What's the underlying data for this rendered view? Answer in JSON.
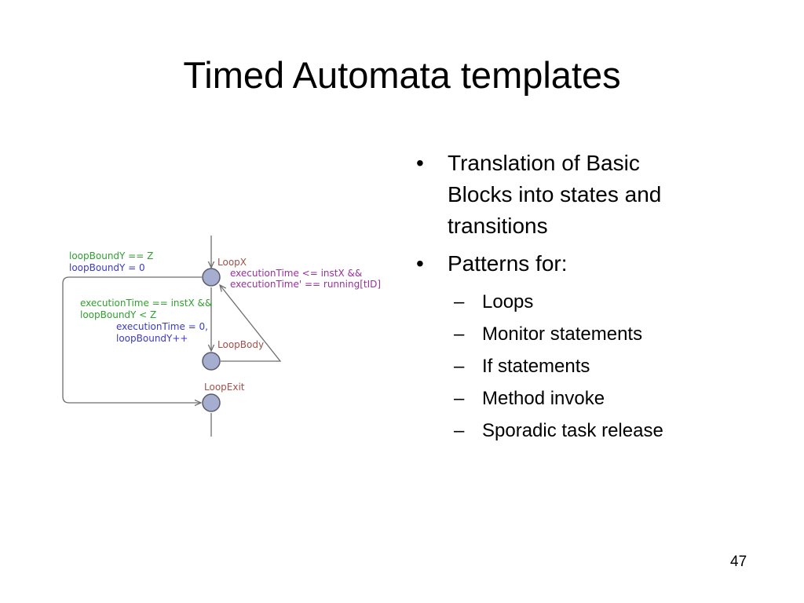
{
  "title": "Timed Automata templates",
  "bullets": [
    {
      "text": "Translation of Basic Blocks into states and transitions"
    },
    {
      "text": "Patterns for:"
    }
  ],
  "bullet_lines": [
    "Translation of Basic",
    "Blocks into states and",
    "transitions"
  ],
  "sub_bullets": [
    "Loops",
    "Monitor statements",
    "If statements",
    "Method invoke",
    "Sporadic task release"
  ],
  "diagram": {
    "colors": {
      "location_fill": "#a6aed0",
      "location_stroke": "#5a5a6e",
      "edge": "#6e6e6e",
      "location_name": "#a0504a",
      "guard": "#2fa02f",
      "update": "#3a3ac8",
      "invariant": "#9a2fa0"
    },
    "locations": [
      "LoopX",
      "LoopBody",
      "LoopExit"
    ],
    "guard_exit": "loopBoundY == Z",
    "update_exit": "loopBoundY = 0",
    "invariant_line1": "executionTime <= instX &&",
    "invariant_line2": "executionTime' == running[tID]",
    "guard_body_line1": "executionTime == instX &&",
    "guard_body_line2": "loopBoundY < Z",
    "update_body_line1": "executionTime = 0,",
    "update_body_line2": "loopBoundY++"
  },
  "page_number": "47"
}
